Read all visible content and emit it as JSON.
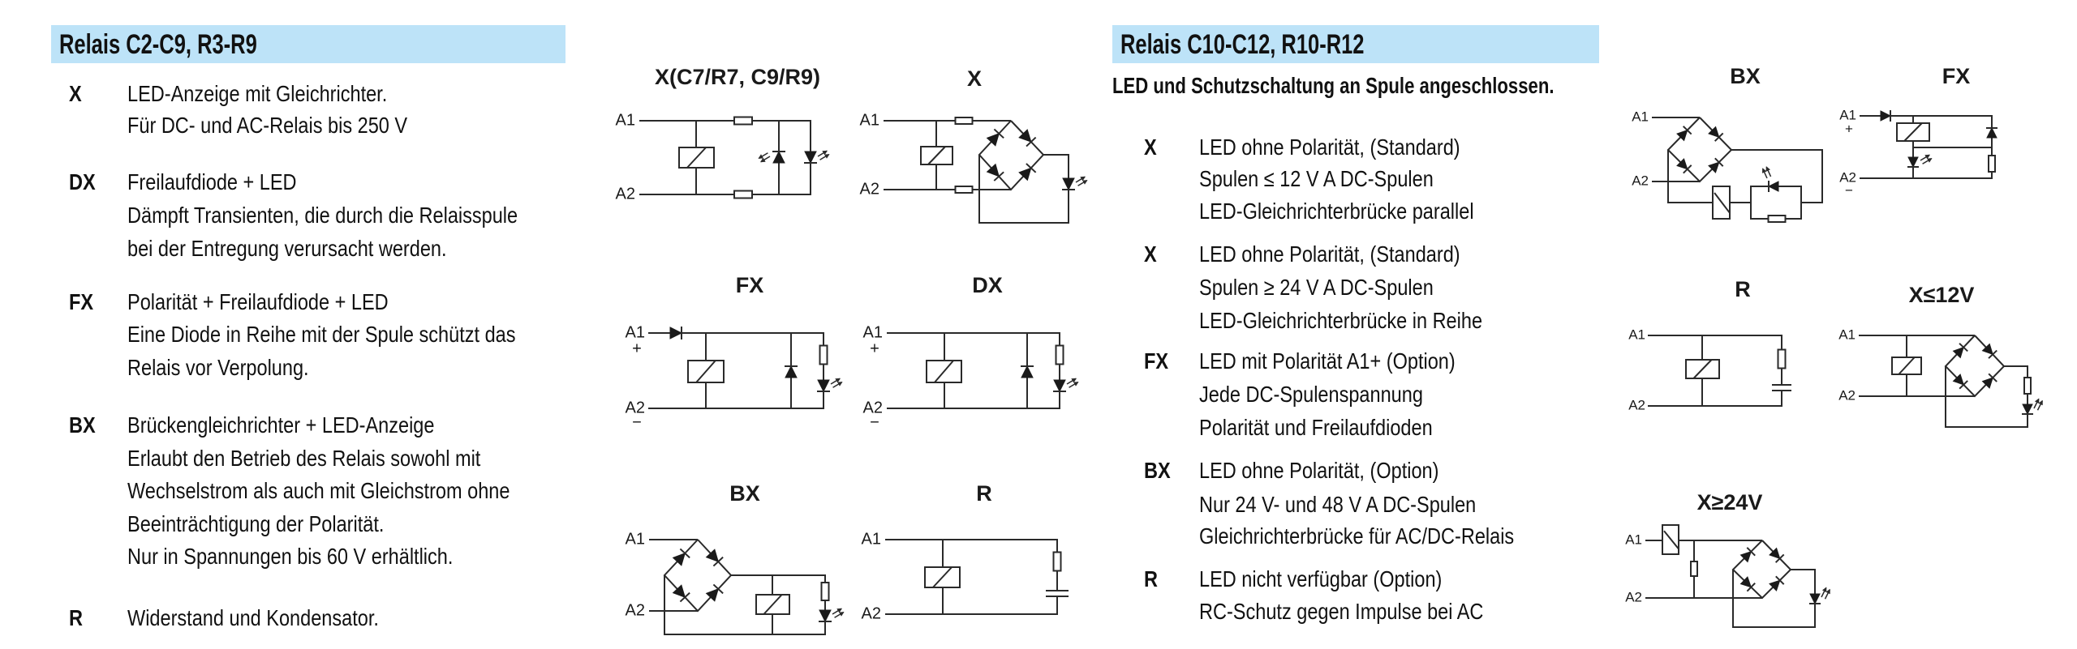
{
  "colors": {
    "header_bg": "#bde3f8",
    "text": "#111111",
    "line": "#2a2a2a"
  },
  "left_panel": {
    "header": "Relais C2-C9, R3-R9",
    "items": [
      {
        "code": "X",
        "lines": [
          "LED-Anzeige mit Gleichrichter.",
          "Für DC- und AC-Relais bis 250 V"
        ]
      },
      {
        "code": "DX",
        "lines": [
          "Freilaufdiode + LED",
          "Dämpft Transienten, die durch die Relaisspule",
          "bei der Entregung verursacht werden."
        ]
      },
      {
        "code": "FX",
        "lines": [
          "Polarität + Freilaufdiode + LED",
          "Eine Diode in Reihe mit der Spule schützt das",
          "Relais vor Verpolung."
        ]
      },
      {
        "code": "BX",
        "lines": [
          "Brückengleichrichter + LED-Anzeige",
          "Erlaubt den Betrieb des Relais sowohl mit",
          "Wechselstrom als auch mit Gleichstrom ohne",
          "Beeinträchtigung der Polarität.",
          "Nur in Spannungen bis 60 V erhältlich."
        ]
      },
      {
        "code": "R",
        "lines": [
          "Widerstand und Kondensator."
        ]
      }
    ]
  },
  "right_panel": {
    "header": "Relais C10-C12, R10-R12",
    "subtitle": "LED und Schutzschaltung an Spule angeschlossen.",
    "items": [
      {
        "code": "X",
        "lines": [
          "LED ohne Polarität, (Standard)",
          "Spulen ≤ 12 V A DC-Spulen",
          "LED-Gleichrichterbrücke parallel"
        ]
      },
      {
        "code": "X",
        "lines": [
          "LED ohne Polarität, (Standard)",
          "Spulen ≥ 24 V A DC-Spulen",
          "LED-Gleichrichterbrücke in Reihe"
        ]
      },
      {
        "code": "FX",
        "lines": [
          "LED mit Polarität A1+ (Option)",
          "Jede DC-Spulenspannung",
          "Polarität und Freilaufdioden"
        ]
      },
      {
        "code": "BX",
        "lines": [
          "LED ohne Polarität, (Option)",
          "Nur 24 V- und 48 V A DC-Spulen",
          "Gleichrichterbrücke für AC/DC-Relais"
        ]
      },
      {
        "code": "R",
        "lines": [
          "LED nicht verfügbar (Option)",
          "RC-Schutz gegen Impulse bei AC"
        ]
      }
    ]
  },
  "diagrams": [
    {
      "title": "X(C7/R7, C9/R9)",
      "a1": "A1",
      "a2": "A2"
    },
    {
      "title": "X",
      "a1": "A1",
      "a2": "A2"
    },
    {
      "title": "FX",
      "a1": "A1",
      "a2": "A2",
      "a1_polarity": "+",
      "a2_polarity": "−"
    },
    {
      "title": "DX",
      "a1": "A1",
      "a2": "A2",
      "a1_polarity": "+",
      "a2_polarity": "−"
    },
    {
      "title": "BX",
      "a1": "A1",
      "a2": "A2"
    },
    {
      "title": "R",
      "a1": "A1",
      "a2": "A2"
    },
    {
      "title": "BX",
      "a1": "A1",
      "a2": "A2"
    },
    {
      "title": "FX",
      "a1": "A1",
      "a2": "A2",
      "a1_polarity": "+",
      "a2_polarity": "−"
    },
    {
      "title": "R",
      "a1": "A1",
      "a2": "A2"
    },
    {
      "title": "X≤12V",
      "a1": "A1",
      "a2": "A2"
    },
    {
      "title": "X≥24V",
      "a1": "A1",
      "a2": "A2"
    }
  ]
}
